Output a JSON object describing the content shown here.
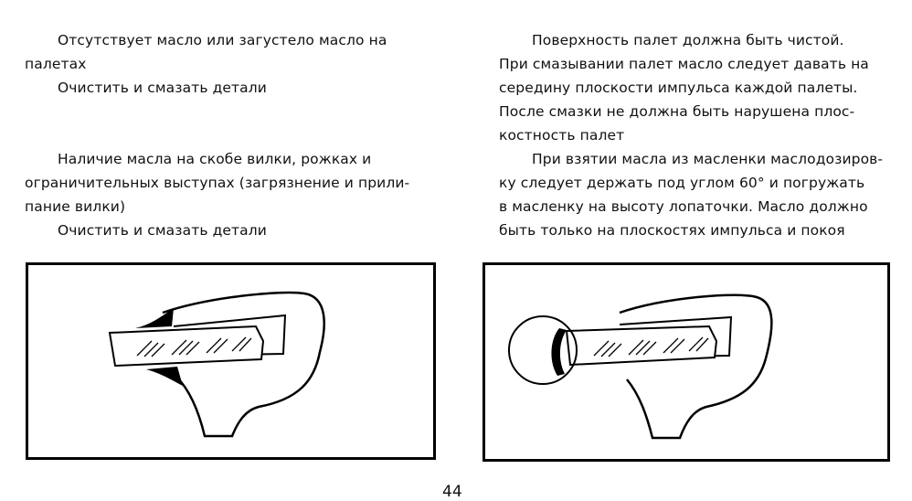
{
  "left_column": {
    "problem1": [
      "Отсутствует масло или загустело масло на",
      "палетах"
    ],
    "fix1": "Очистить и смазать детали",
    "problem2": [
      "Наличие масла на скобе вилки, рожках и",
      "ограничительных выступах (загрязнение и прили-",
      "пание вилки)"
    ],
    "fix2": "Очистить и смазать детали"
  },
  "right_column": {
    "para1": [
      "Поверхность палет должна быть чистой.",
      "При смазывании палет масло следует давать на",
      "середину плоскости импульса каждой палеты.",
      "После смазки не должна быть нарушена плос-",
      "костность палет"
    ],
    "para2": [
      "При взятии масла из масленки маслодозиров-",
      "ку следует держать под углом 60° и погружать",
      "в масленку на высоту лопаточки. Масло должно",
      "быть только на плоскостях импульса и покоя"
    ]
  },
  "page_number": "44"
}
